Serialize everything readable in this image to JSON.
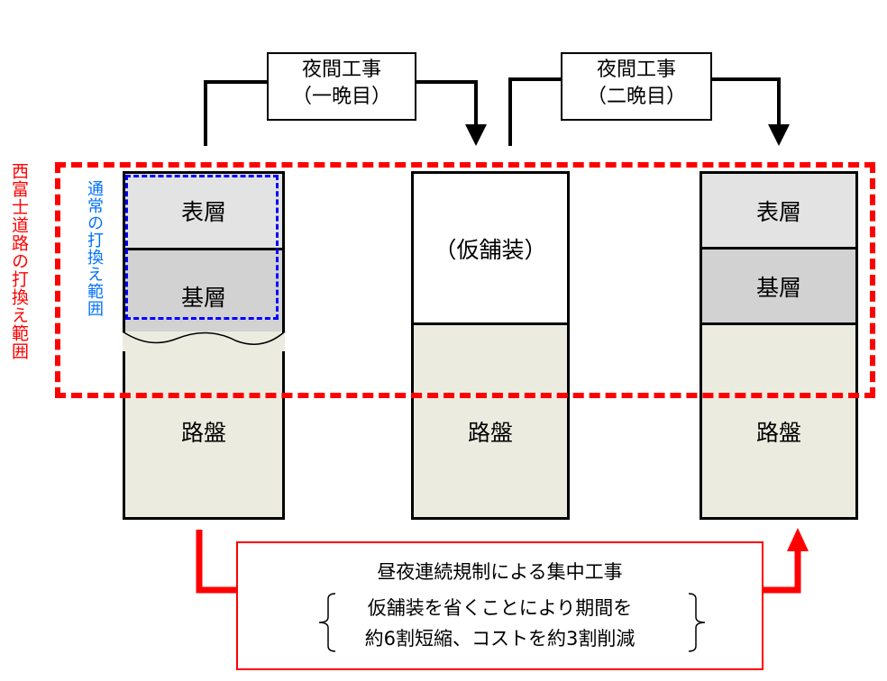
{
  "colors": {
    "replacement_range": "#ff0000",
    "normal_range": "#0070ff",
    "surface_layer": "#e3e3e3",
    "base_layer": "#d2d2d2",
    "subgrade": "#ecebe0",
    "outline": "#000000"
  },
  "labels": {
    "nishifuji_range": "西富士道路の打換え範囲",
    "normal_range": "通常の打換え範囲"
  },
  "night_work": [
    {
      "title": "夜間工事",
      "subtitle": "（一晩目）"
    },
    {
      "title": "夜間工事",
      "subtitle": "（二晩目）"
    }
  ],
  "columns": [
    {
      "name": "initial",
      "layers": [
        "表層",
        "基層"
      ],
      "subgrade": "路盤"
    },
    {
      "name": "after-first-night",
      "layers": [
        "（仮舗装）"
      ],
      "subgrade": "路盤"
    },
    {
      "name": "after-second-night",
      "layers": [
        "表層",
        "基層"
      ],
      "subgrade": "路盤"
    }
  ],
  "summary": {
    "title": "昼夜連続規制による集中工事",
    "line1": "仮舗装を省くことにより期間を",
    "line2": "約6割短縮、コストを約3割削減"
  }
}
